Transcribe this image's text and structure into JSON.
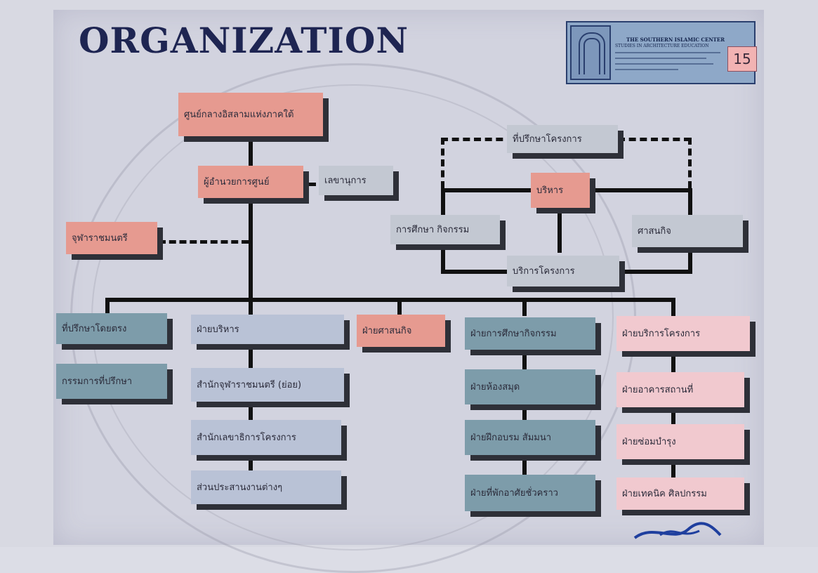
{
  "title": "ORGANIZATION",
  "header": {
    "line1": "THE SOUTHERN ISLAMIC CENTER",
    "line2": "STUDIES IN ARCHITECTURE EDUCATION",
    "page_number": "15"
  },
  "nodes": {
    "center": "ศูนย์กลางอิสลามแห่งภาคใต้",
    "director": "ผู้อำนวยการศูนย์",
    "secretary": "เลขานุการ",
    "mosque_imam": "จุฬาราชมนตรี",
    "advisor_committee": "ที่ปรึกษาโครงการ",
    "executive": "บริหาร",
    "education_activity": "การศึกษา กิจกรรม",
    "religious_affairs": "ศาสนกิจ",
    "project_service": "บริการโครงการ",
    "advisors": "ที่ปรึกษาโดยตรง",
    "committee": "กรรมการที่ปรึกษา",
    "admin_div": "ฝ่ายบริหาร",
    "religion_div": "ฝ่ายศาสนกิจ",
    "activity_div": "ฝ่ายการศึกษากิจกรรม",
    "service_div": "ฝ่ายบริการโครงการ",
    "admin_sub1": "สำนักจุฬาราชมนตรี (ย่อย)",
    "admin_sub2": "สำนักเลขาธิการโครงการ",
    "admin_sub3": "ส่วนประสานงานต่างๆ",
    "act_sub1": "ฝ่ายห้องสมุด",
    "act_sub2": "ฝ่ายฝึกอบรม สัมมนา",
    "act_sub3": "ฝ่ายที่พักอาศัยชั่วคราว",
    "svc_sub1": "ฝ่ายอาคารสถานที่",
    "svc_sub2": "ฝ่ายซ่อมบำรุง",
    "svc_sub3": "ฝ่ายเทคนิค ศิลปกรรม"
  }
}
